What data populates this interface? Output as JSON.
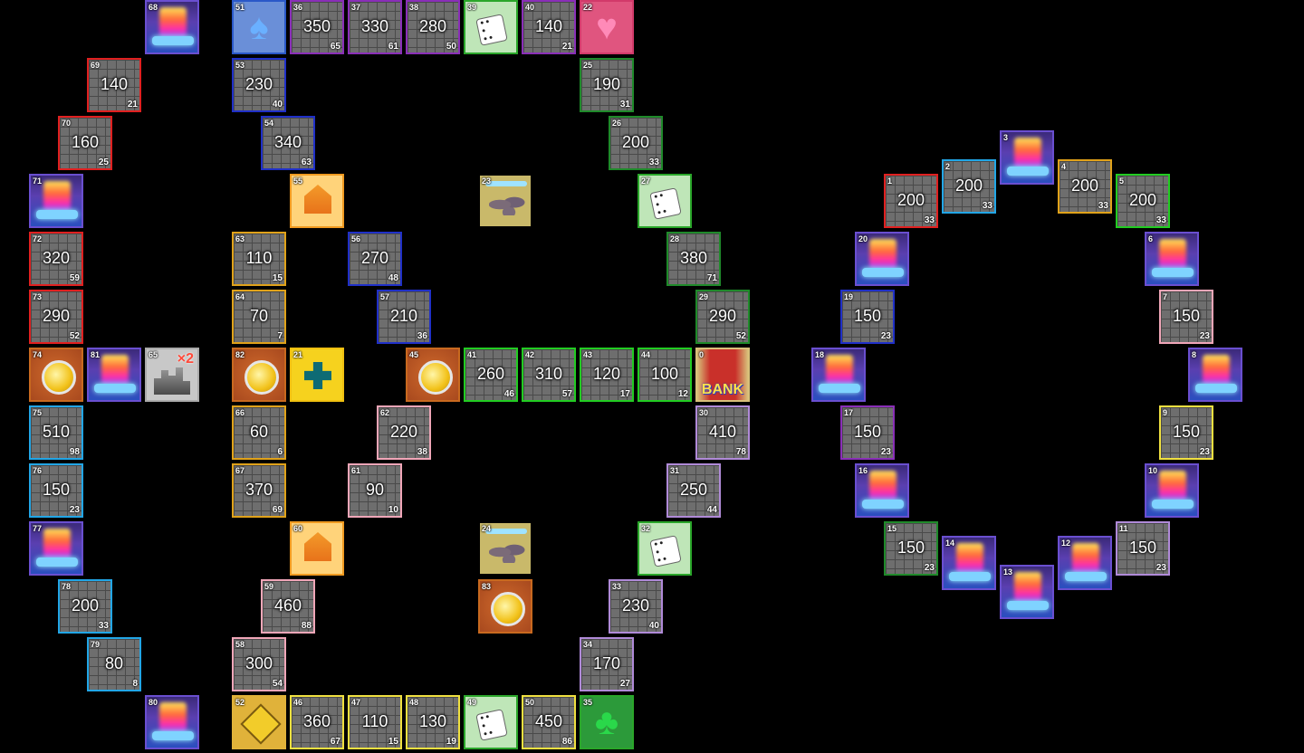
{
  "board": {
    "squares": [
      {
        "index": "68",
        "type": "vent",
        "border": "#6a4fd0"
      },
      {
        "index": "69",
        "type": "property",
        "price": "140",
        "toll": "21",
        "border": "#e02020"
      },
      {
        "index": "70",
        "type": "property",
        "price": "160",
        "toll": "25",
        "border": "#e02020"
      },
      {
        "index": "71",
        "type": "vent",
        "border": "#6a4fd0"
      },
      {
        "index": "72",
        "type": "property",
        "price": "320",
        "toll": "59",
        "border": "#e02020"
      },
      {
        "index": "73",
        "type": "property",
        "price": "290",
        "toll": "52",
        "border": "#e02020"
      },
      {
        "index": "74",
        "type": "coin",
        "border": "#c8691f"
      },
      {
        "index": "81",
        "type": "vent",
        "border": "#6a4fd0"
      },
      {
        "index": "65",
        "type": "bonus",
        "label": "×2",
        "border": "#aaaaaa"
      },
      {
        "index": "75",
        "type": "property",
        "price": "510",
        "toll": "98",
        "border": "#22a6e6"
      },
      {
        "index": "76",
        "type": "property",
        "price": "150",
        "toll": "23",
        "border": "#22a6e6"
      },
      {
        "index": "77",
        "type": "vent",
        "border": "#6a4fd0"
      },
      {
        "index": "78",
        "type": "property",
        "price": "200",
        "toll": "33",
        "border": "#22a6e6"
      },
      {
        "index": "79",
        "type": "property",
        "price": "80",
        "toll": "8",
        "border": "#22a6e6"
      },
      {
        "index": "80",
        "type": "vent",
        "border": "#6a4fd0"
      },
      {
        "index": "51",
        "type": "suit",
        "symbol": "♠",
        "border": "#2a58c8"
      },
      {
        "index": "36",
        "type": "property",
        "price": "350",
        "toll": "65",
        "border": "#8a2fb8"
      },
      {
        "index": "37",
        "type": "property",
        "price": "330",
        "toll": "61",
        "border": "#8a2fb8"
      },
      {
        "index": "38",
        "type": "property",
        "price": "280",
        "toll": "50",
        "border": "#8a2fb8"
      },
      {
        "index": "39",
        "type": "dice",
        "border": "#2aa62a"
      },
      {
        "index": "40",
        "type": "property",
        "price": "140",
        "toll": "21",
        "border": "#8a2fb8"
      },
      {
        "index": "22",
        "type": "suit",
        "symbol": "♥",
        "border": "#d23a6a"
      },
      {
        "index": "53",
        "type": "property",
        "price": "230",
        "toll": "40",
        "border": "#2030c8"
      },
      {
        "index": "25",
        "type": "property",
        "price": "190",
        "toll": "31",
        "border": "#1f8a2a"
      },
      {
        "index": "54",
        "type": "property",
        "price": "340",
        "toll": "63",
        "border": "#2030c8"
      },
      {
        "index": "26",
        "type": "property",
        "price": "200",
        "toll": "33",
        "border": "#1f8a2a"
      },
      {
        "index": "55",
        "type": "house",
        "border": "#f09a20"
      },
      {
        "index": "23",
        "type": "rock",
        "border": "#000000"
      },
      {
        "index": "27",
        "type": "dice",
        "border": "#2aa62a"
      },
      {
        "index": "63",
        "type": "property",
        "price": "110",
        "toll": "15",
        "border": "#e0a21a"
      },
      {
        "index": "56",
        "type": "property",
        "price": "270",
        "toll": "48",
        "border": "#2030c8"
      },
      {
        "index": "28",
        "type": "property",
        "price": "380",
        "toll": "71",
        "border": "#1f8a2a"
      },
      {
        "index": "64",
        "type": "property",
        "price": "70",
        "toll": "7",
        "border": "#e0a21a"
      },
      {
        "index": "57",
        "type": "property",
        "price": "210",
        "toll": "36",
        "border": "#2030c8"
      },
      {
        "index": "29",
        "type": "property",
        "price": "290",
        "toll": "52",
        "border": "#1f8a2a"
      },
      {
        "index": "82",
        "type": "coin",
        "border": "#c8691f"
      },
      {
        "index": "21",
        "type": "cross",
        "border": "#f0c010"
      },
      {
        "index": "45",
        "type": "coin",
        "border": "#c8691f"
      },
      {
        "index": "41",
        "type": "property",
        "price": "260",
        "toll": "46",
        "border": "#22cc22"
      },
      {
        "index": "42",
        "type": "property",
        "price": "310",
        "toll": "57",
        "border": "#22cc22"
      },
      {
        "index": "43",
        "type": "property",
        "price": "120",
        "toll": "17",
        "border": "#22cc22"
      },
      {
        "index": "44",
        "type": "property",
        "price": "100",
        "toll": "12",
        "border": "#22cc22"
      },
      {
        "index": "0",
        "type": "bank",
        "label": "BANK",
        "border": "#d8c07a"
      },
      {
        "index": "66",
        "type": "property",
        "price": "60",
        "toll": "6",
        "border": "#e0a21a"
      },
      {
        "index": "62",
        "type": "property",
        "price": "220",
        "toll": "38",
        "border": "#f0a6b8"
      },
      {
        "index": "30",
        "type": "property",
        "price": "410",
        "toll": "78",
        "border": "#b08ad8"
      },
      {
        "index": "67",
        "type": "property",
        "price": "370",
        "toll": "69",
        "border": "#e0a21a"
      },
      {
        "index": "61",
        "type": "property",
        "price": "90",
        "toll": "10",
        "border": "#f0a6b8"
      },
      {
        "index": "31",
        "type": "property",
        "price": "250",
        "toll": "44",
        "border": "#b08ad8"
      },
      {
        "index": "60",
        "type": "house",
        "border": "#f09a20"
      },
      {
        "index": "24",
        "type": "rock",
        "border": "#000000"
      },
      {
        "index": "32",
        "type": "dice",
        "border": "#2aa62a"
      },
      {
        "index": "59",
        "type": "property",
        "price": "460",
        "toll": "88",
        "border": "#f0a6b8"
      },
      {
        "index": "83",
        "type": "coin",
        "border": "#c8691f"
      },
      {
        "index": "33",
        "type": "property",
        "price": "230",
        "toll": "40",
        "border": "#b08ad8"
      },
      {
        "index": "58",
        "type": "property",
        "price": "300",
        "toll": "54",
        "border": "#f0a6b8"
      },
      {
        "index": "34",
        "type": "property",
        "price": "170",
        "toll": "27",
        "border": "#b08ad8"
      },
      {
        "index": "52",
        "type": "diamond",
        "border": "#e0b23a"
      },
      {
        "index": "46",
        "type": "property",
        "price": "360",
        "toll": "67",
        "border": "#f0e040"
      },
      {
        "index": "47",
        "type": "property",
        "price": "110",
        "toll": "15",
        "border": "#f0e040"
      },
      {
        "index": "48",
        "type": "property",
        "price": "130",
        "toll": "19",
        "border": "#f0e040"
      },
      {
        "index": "49",
        "type": "dice",
        "border": "#2aa62a"
      },
      {
        "index": "50",
        "type": "property",
        "price": "450",
        "toll": "86",
        "border": "#f0e040"
      },
      {
        "index": "35",
        "type": "suit",
        "symbol": "♣",
        "border": "#2aa62a"
      },
      {
        "index": "3",
        "type": "vent",
        "border": "#6a4fd0"
      },
      {
        "index": "1",
        "type": "property",
        "price": "200",
        "toll": "33",
        "border": "#e02020"
      },
      {
        "index": "2",
        "type": "property",
        "price": "200",
        "toll": "33",
        "border": "#22a6e6"
      },
      {
        "index": "4",
        "type": "property",
        "price": "200",
        "toll": "33",
        "border": "#e0a21a"
      },
      {
        "index": "5",
        "type": "property",
        "price": "200",
        "toll": "33",
        "border": "#22cc22"
      },
      {
        "index": "20",
        "type": "vent",
        "border": "#6a4fd0"
      },
      {
        "index": "6",
        "type": "vent",
        "border": "#6a4fd0"
      },
      {
        "index": "19",
        "type": "property",
        "price": "150",
        "toll": "23",
        "border": "#2030c8"
      },
      {
        "index": "7",
        "type": "property",
        "price": "150",
        "toll": "23",
        "border": "#f0a6b8"
      },
      {
        "index": "18",
        "type": "vent",
        "border": "#6a4fd0"
      },
      {
        "index": "8",
        "type": "vent",
        "border": "#6a4fd0"
      },
      {
        "index": "17",
        "type": "property",
        "price": "150",
        "toll": "23",
        "border": "#8a2fb8"
      },
      {
        "index": "9",
        "type": "property",
        "price": "150",
        "toll": "23",
        "border": "#f0e040"
      },
      {
        "index": "16",
        "type": "vent",
        "border": "#6a4fd0"
      },
      {
        "index": "10",
        "type": "vent",
        "border": "#6a4fd0"
      },
      {
        "index": "15",
        "type": "property",
        "price": "150",
        "toll": "23",
        "border": "#1f8a2a"
      },
      {
        "index": "14",
        "type": "vent",
        "border": "#6a4fd0"
      },
      {
        "index": "12",
        "type": "vent",
        "border": "#6a4fd0"
      },
      {
        "index": "11",
        "type": "property",
        "price": "150",
        "toll": "23",
        "border": "#b08ad8"
      },
      {
        "index": "13",
        "type": "vent",
        "border": "#6a4fd0"
      }
    ]
  }
}
